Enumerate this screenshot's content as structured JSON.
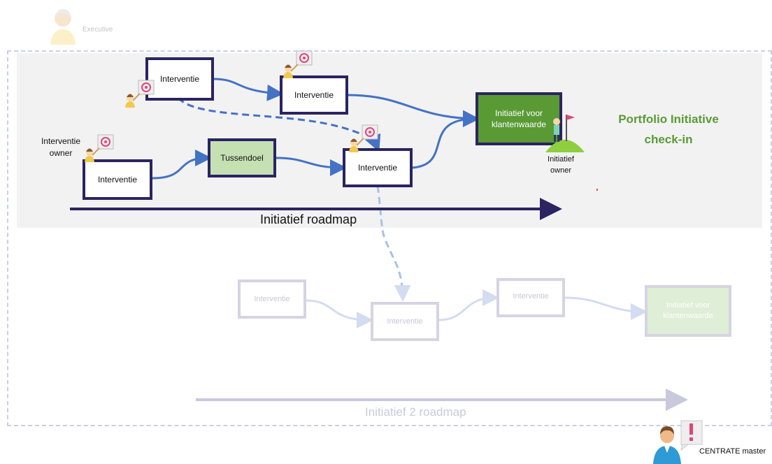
{
  "executive": {
    "label": "Executive"
  },
  "initiative1": {
    "interventions": [
      "Interventie",
      "Interventie",
      "Interventie",
      "Interventie"
    ],
    "milestone": "Tussendoel",
    "value_box": "Initiatief voor klantenwaarde",
    "roadmap_label": "Initiatief roadmap",
    "intervention_owner_label": "Interventie owner",
    "initiative_owner_label": "Initiatief owner"
  },
  "portfolio": {
    "title_line1": "Portfolio Initiative",
    "title_line2": "check-in",
    "color": "#5a9a35"
  },
  "initiative2": {
    "interventions": [
      "Interventie",
      "Interventie",
      "Interventie"
    ],
    "value_box": "Initiatief voor klantenwaarde",
    "roadmap_label": "Initiatief 2 roadmap"
  },
  "centrate": {
    "label": "CENTRATE master"
  },
  "colors": {
    "dark": "#2b2461",
    "arrow": "#4472c4",
    "grey_band": "#f2f2f2",
    "faded": "#d6d4e3"
  }
}
